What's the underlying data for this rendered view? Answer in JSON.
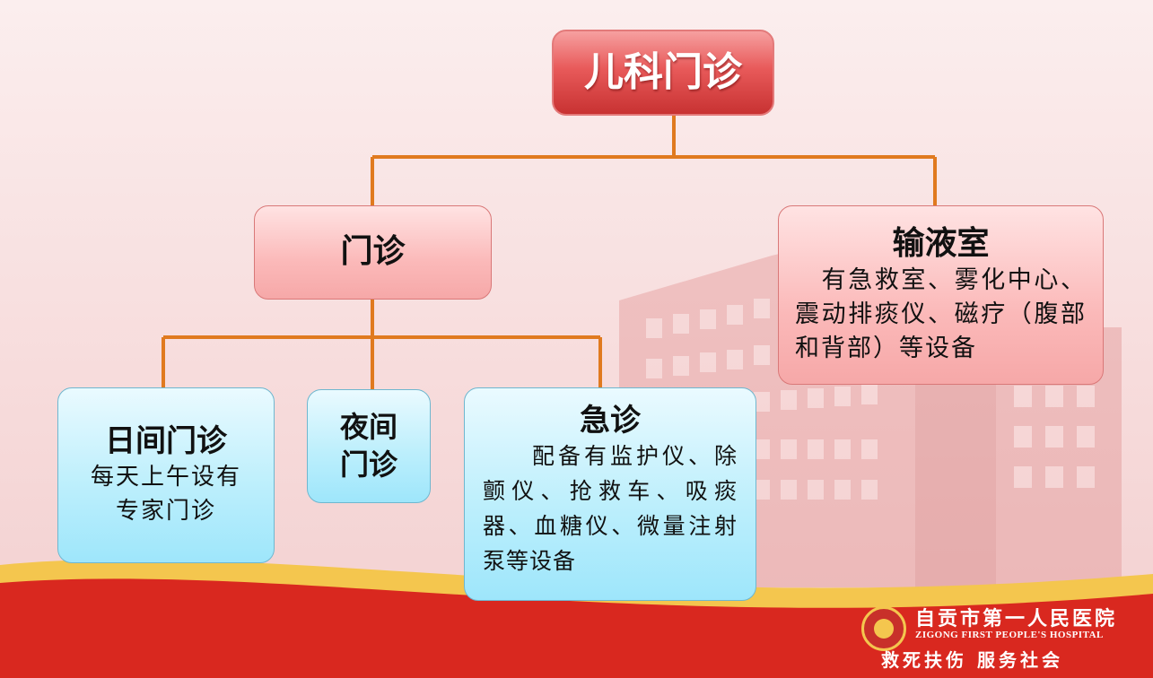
{
  "diagram": {
    "root": {
      "label": "儿科门诊"
    },
    "outpatient": {
      "label": "门诊"
    },
    "infusion": {
      "title": "输液室",
      "description": "有急救室、雾化中心、震动排痰仪、磁疗（腹部和背部）等设备"
    },
    "day_clinic": {
      "title": "日间门诊",
      "description_line1": "每天上午设有",
      "description_line2": "专家门诊"
    },
    "night_clinic": {
      "line1": "夜间",
      "line2": "门诊"
    },
    "emergency": {
      "title": "急诊",
      "description": "配备有监护仪、除颤仪、抢救车、吸痰器、血糖仪、微量注射泵等设备"
    }
  },
  "branding": {
    "hospital_name": "自贡市第一人民医院",
    "hospital_name_en": "ZIGONG FIRST PEOPLE'S HOSPITAL",
    "slogan": "救死扶伤 服务社会"
  },
  "colors": {
    "connector": "#e07a1f",
    "root_red": "#e05050",
    "pink_box": "#fbb9b9",
    "blue_box": "#bdeffc",
    "wave_red": "#d9281f",
    "wave_gold": "#f4c64e"
  }
}
